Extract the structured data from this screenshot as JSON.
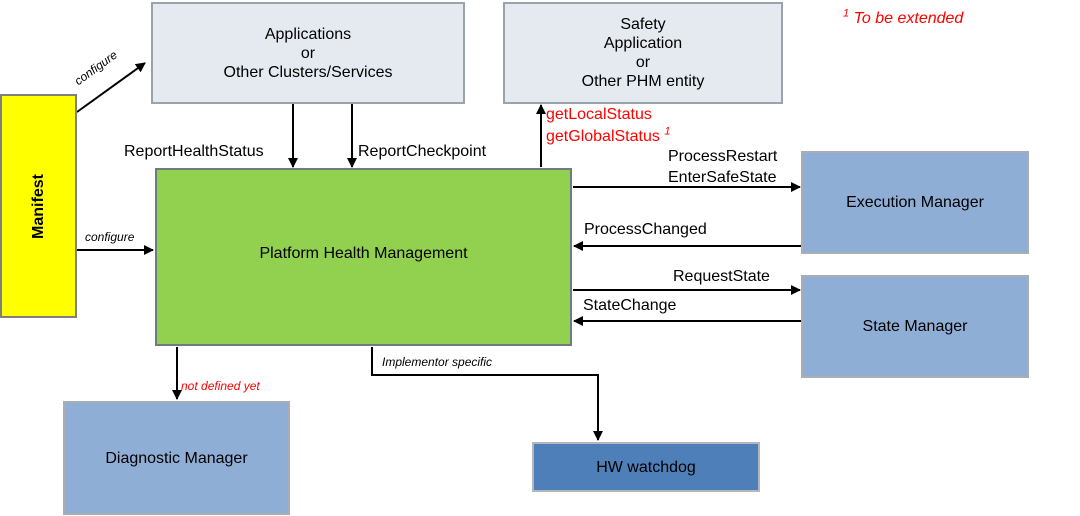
{
  "note": {
    "mark": "1",
    "text": "To be extended"
  },
  "boxes": {
    "applications": {
      "line1": "Applications",
      "line2": "or",
      "line3": "Other Clusters/Services"
    },
    "safety": {
      "line1": "Safety",
      "line2": "Application",
      "line3": "or",
      "line4": "Other PHM entity"
    },
    "manifest": "Manifest",
    "phm": "Platform Health Management",
    "execution_manager": "Execution Manager",
    "state_manager": "State Manager",
    "diagnostic_manager": "Diagnostic Manager",
    "hw_watchdog": "HW watchdog"
  },
  "labels": {
    "configure_top": "configure",
    "configure_mid": "configure",
    "report_health_status": "ReportHealthStatus",
    "report_checkpoint": "ReportCheckpoint",
    "get_local_status": "getLocalStatus",
    "get_global_status": "getGlobalStatus",
    "get_global_status_mark": "1",
    "process_restart": "ProcessRestart",
    "enter_safe_state": "EnterSafeState",
    "process_changed": "ProcessChanged",
    "request_state": "RequestState",
    "state_change": "StateChange",
    "not_defined_yet": "not defined yet",
    "implementor_specific": "Implementor specific"
  }
}
